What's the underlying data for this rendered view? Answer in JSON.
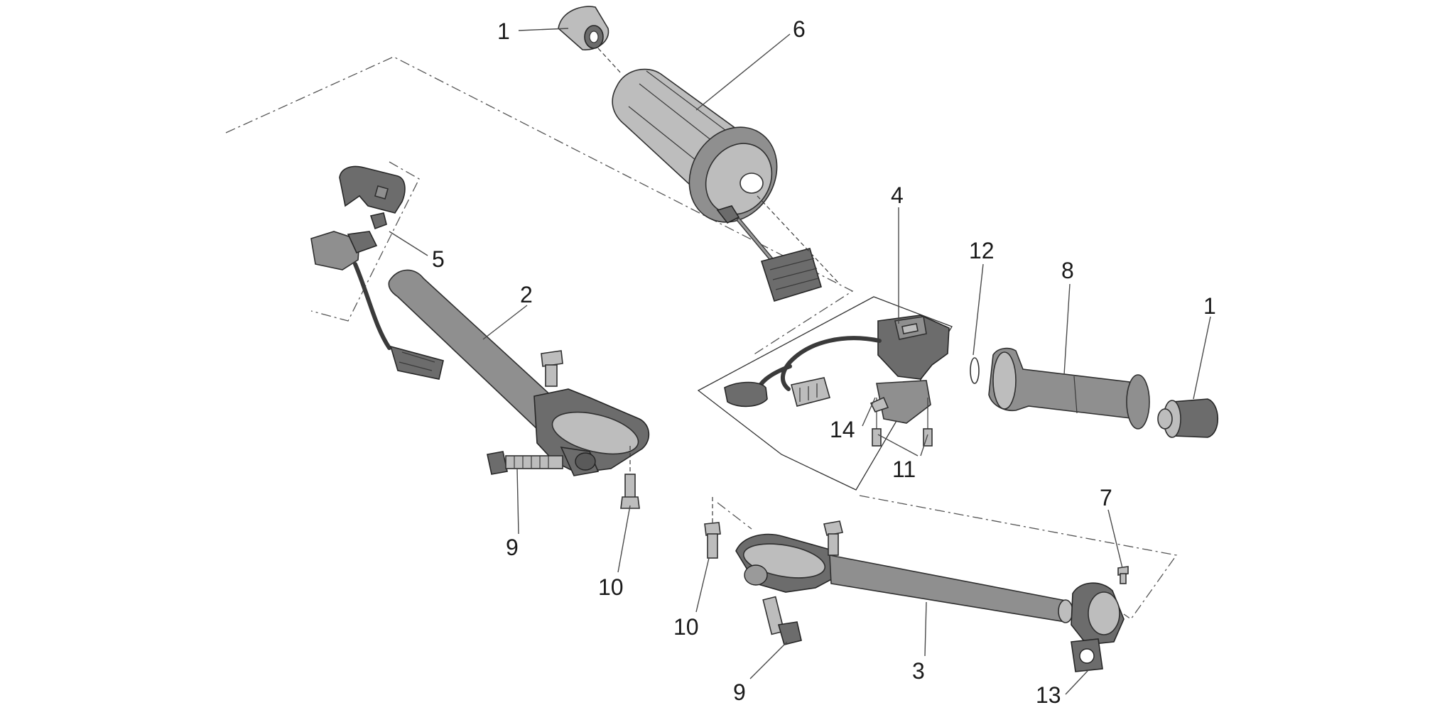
{
  "diagram": {
    "callouts": [
      {
        "id": "c1a",
        "text": "1"
      },
      {
        "id": "c6",
        "text": "6"
      },
      {
        "id": "c5",
        "text": "5"
      },
      {
        "id": "c2",
        "text": "2"
      },
      {
        "id": "c4",
        "text": "4"
      },
      {
        "id": "c12",
        "text": "12"
      },
      {
        "id": "c8",
        "text": "8"
      },
      {
        "id": "c1b",
        "text": "1"
      },
      {
        "id": "c14",
        "text": "14"
      },
      {
        "id": "c11",
        "text": "11"
      },
      {
        "id": "c7",
        "text": "7"
      },
      {
        "id": "c9a",
        "text": "9"
      },
      {
        "id": "c10a",
        "text": "10"
      },
      {
        "id": "c10b",
        "text": "10"
      },
      {
        "id": "c9b",
        "text": "9"
      },
      {
        "id": "c3",
        "text": "3"
      },
      {
        "id": "c13",
        "text": "13"
      }
    ],
    "colors": {
      "background": "#ffffff",
      "part_fill": "#8f8f8f",
      "line": "#2f2f2f"
    }
  }
}
